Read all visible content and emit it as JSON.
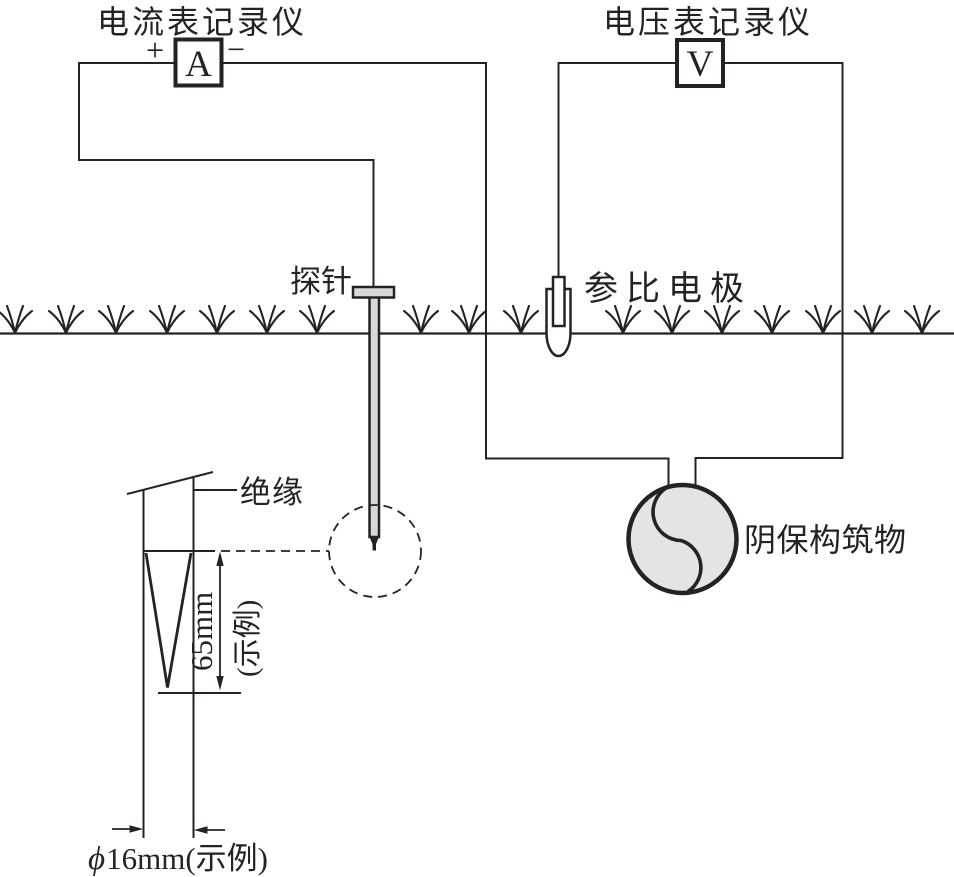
{
  "diagram": {
    "ammeter": {
      "label": "电流表记录仪",
      "symbol": "A",
      "plus": "+",
      "minus": "−"
    },
    "voltmeter": {
      "label": "电压表记录仪",
      "symbol": "V"
    },
    "probe_label": "探针",
    "reference_electrode_label": "参比电极",
    "structure_label": "阴保构筑物",
    "detail": {
      "insulation": "绝缘",
      "tip_length": "65mm",
      "tip_length_note": "(示例)",
      "diameter_phi": "ϕ",
      "diameter_value": "16mm(示例)"
    },
    "colors": {
      "line": "#262222",
      "probe_fill": "#d8d8d8",
      "structure_fill": "#e4e4e3"
    }
  }
}
